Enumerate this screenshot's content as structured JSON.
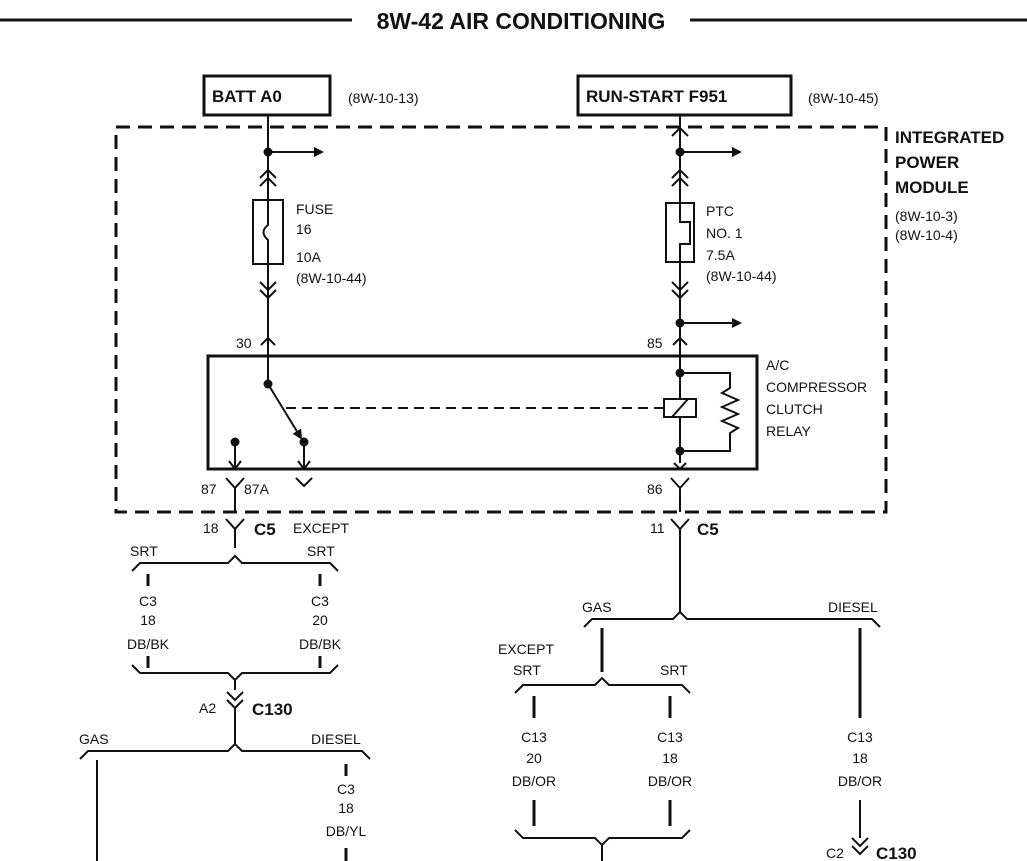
{
  "title": "8W-42 AIR CONDITIONING",
  "sources": {
    "left": {
      "label": "BATT A0",
      "ref": "(8W-10-13)"
    },
    "right": {
      "label": "RUN-START F951",
      "ref": "(8W-10-45)"
    }
  },
  "module": {
    "line1": "INTEGRATED",
    "line2": "POWER",
    "line3": "MODULE",
    "ref1": "(8W-10-3)",
    "ref2": "(8W-10-4)"
  },
  "fuse": {
    "l1": "FUSE",
    "l2": "16",
    "l3": "10A",
    "l4": "(8W-10-44)"
  },
  "ptc": {
    "l1": "PTC",
    "l2": "NO. 1",
    "l3": "7.5A",
    "l4": "(8W-10-44)"
  },
  "relay": {
    "l1": "A/C",
    "l2": "COMPRESSOR",
    "l3": "CLUTCH",
    "l4": "RELAY"
  },
  "pins": {
    "p30": "30",
    "p85": "85",
    "p87": "87",
    "p87a": "87A",
    "p86": "86"
  },
  "connectors": {
    "c5_left_pin": "18",
    "c5_left": "C5",
    "c5_right_pin": "11",
    "c5_right": "C5",
    "c130_left_pin": "A2",
    "c130_left": "C130",
    "c130_right_pin": "C2",
    "c130_right": "C130"
  },
  "left_branch": {
    "srt": "SRT",
    "except_line1": "EXCEPT",
    "except_line2": "SRT",
    "w1": {
      "c": "C3",
      "g": "18",
      "col": "DB/BK"
    },
    "w2": {
      "c": "C3",
      "g": "20",
      "col": "DB/BK"
    },
    "gas": "GAS",
    "diesel": "DIESEL",
    "w3": {
      "c": "C3",
      "g": "18",
      "col": "DB/YL"
    }
  },
  "right_branch": {
    "gas": "GAS",
    "diesel": "DIESEL",
    "except_line1": "EXCEPT",
    "except_line2": "SRT",
    "srt": "SRT",
    "w1": {
      "c": "C13",
      "g": "20",
      "col": "DB/OR"
    },
    "w2": {
      "c": "C13",
      "g": "18",
      "col": "DB/OR"
    },
    "w3": {
      "c": "C13",
      "g": "18",
      "col": "DB/OR"
    }
  }
}
